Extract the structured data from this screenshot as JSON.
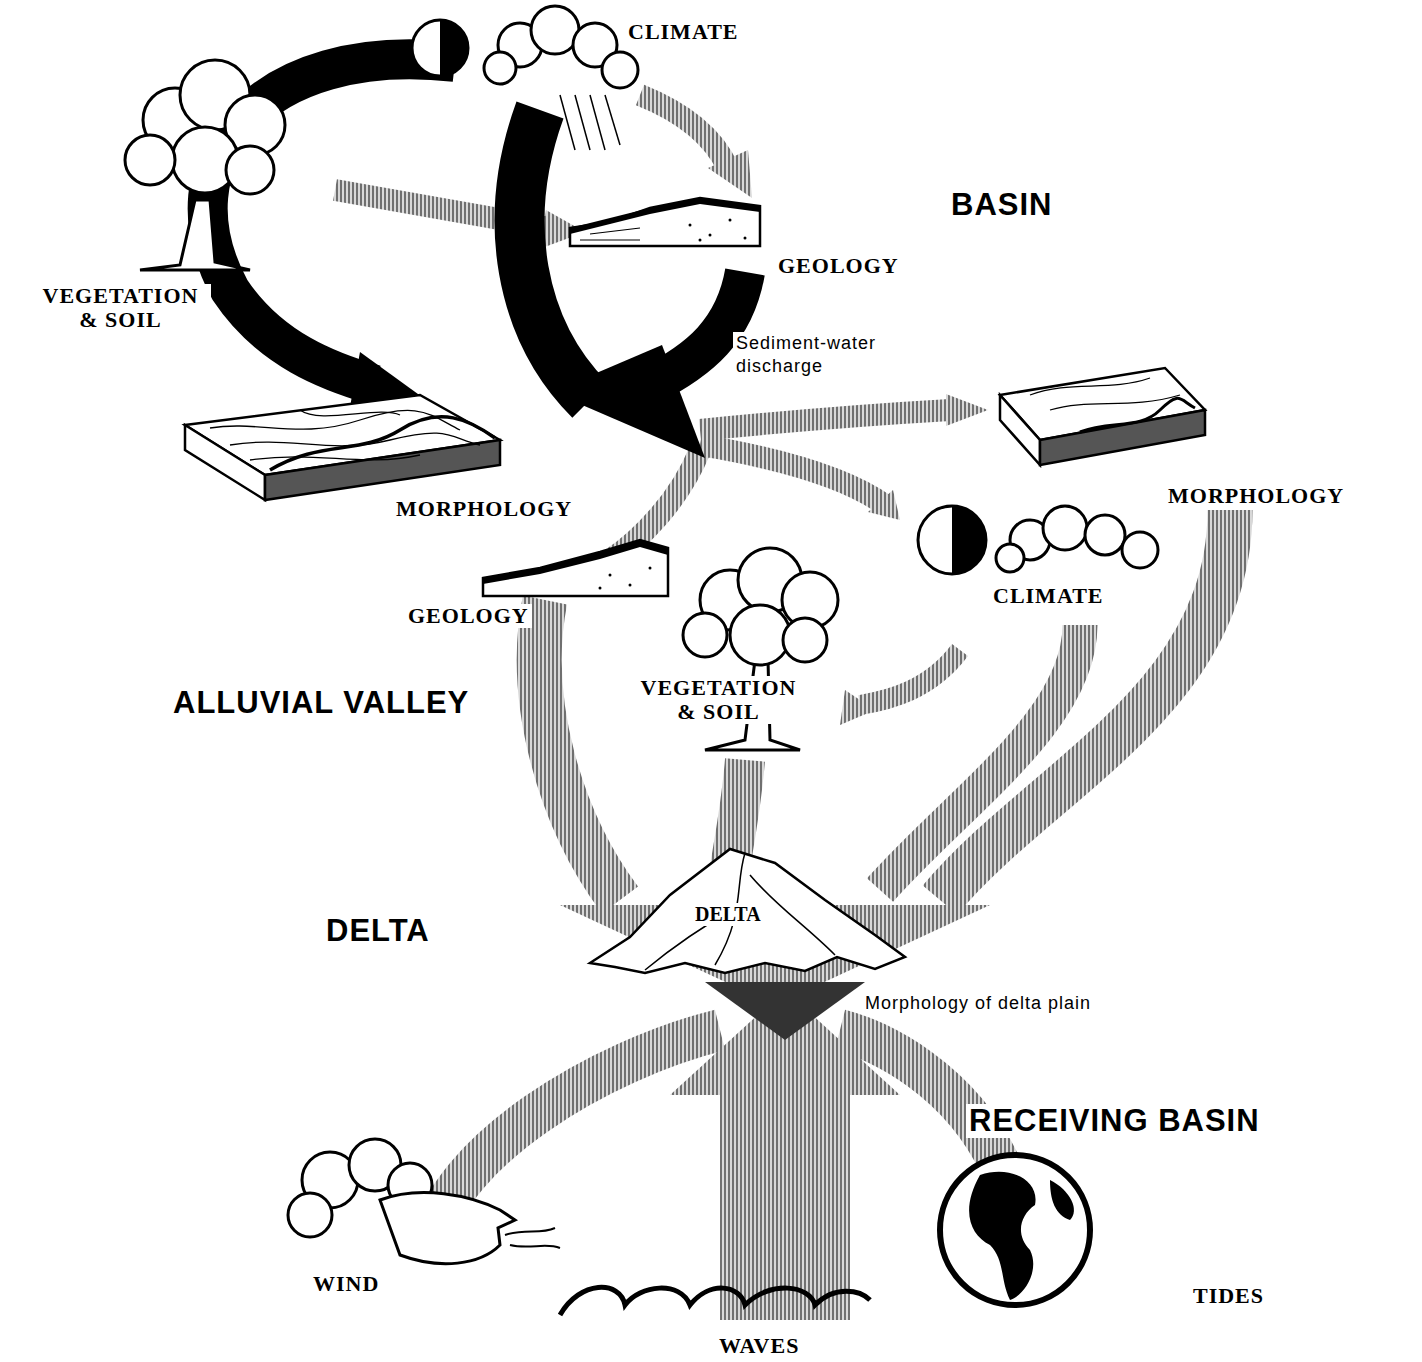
{
  "diagram": {
    "nodes": [
      {
        "text": [
          "DELTA"
        ]
      }
    ],
    "labels": [
      "CLIMATE",
      "BASIN",
      "GEOLOGY",
      "VEGETATION & SOIL",
      "Sediment-water discharge",
      "MORPHOLOGY",
      "MORPHOLOGY",
      "GEOLOGY",
      "CLIMATE",
      "ALLUVIAL VALLEY",
      "VEGETATION & SOIL",
      "DELTA",
      "Morphology of delta plain",
      "RECEIVING BASIN",
      "WIND",
      "TIDES",
      "WAVES"
    ]
  }
}
